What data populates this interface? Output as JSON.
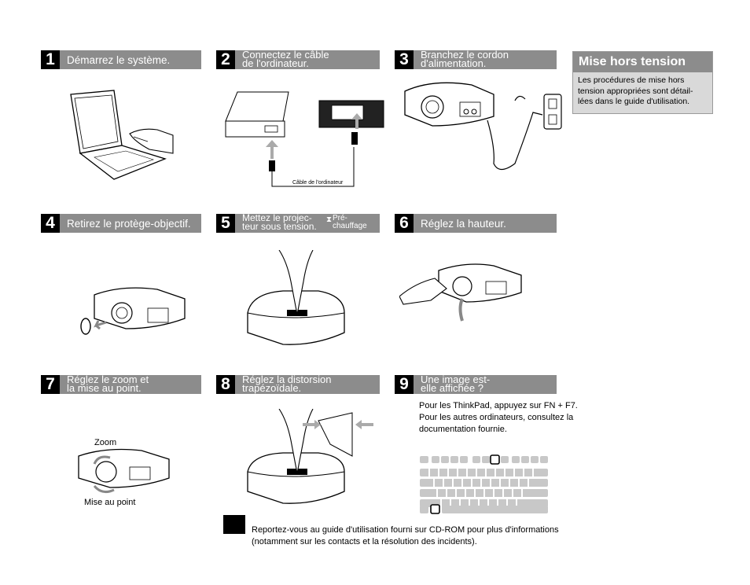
{
  "steps": [
    {
      "num": "1",
      "title_lines": [
        "Démarrez le système."
      ]
    },
    {
      "num": "2",
      "title_lines": [
        "Connectez le câble",
        "de l'ordinateur."
      ]
    },
    {
      "num": "3",
      "title_lines": [
        "Branchez le cordon",
        "d'alimentation."
      ]
    },
    {
      "num": "4",
      "title_lines": [
        "Retirez le protège-objectif."
      ]
    },
    {
      "num": "5",
      "title_lines": [
        "Mettez le projec-",
        "teur sous tension."
      ],
      "extra_lines": [
        "Pré-",
        "chauffage"
      ]
    },
    {
      "num": "6",
      "title_lines": [
        "Réglez la hauteur."
      ]
    },
    {
      "num": "7",
      "title_lines": [
        "Réglez le zoom et",
        "la mise au point."
      ]
    },
    {
      "num": "8",
      "title_lines": [
        "Réglez la distorsion",
        "trapézoïdale."
      ]
    },
    {
      "num": "9",
      "title_lines": [
        "Une image est-",
        "elle affichée ?"
      ]
    }
  ],
  "step2_cable_label": "Câble de l'ordinateur",
  "step7_labels": {
    "zoom": "Zoom",
    "focus": "Mise au point"
  },
  "step9_text": [
    "Pour les ThinkPad, appuyez sur FN + F7.",
    "Pour les autres ordinateurs, consultez la",
    "documentation fournie."
  ],
  "sidebox": {
    "title": "Mise hors tension",
    "body": [
      "Les procédures de mise hors",
      "tension appropriées sont détail-",
      "lées dans le guide d'utilisation."
    ]
  },
  "footer": [
    "Reportez-vous au guide d'utilisation fourni sur CD-ROM pour plus d'informations",
    "(notamment sur les contacts et la résolution des incidents)."
  ]
}
